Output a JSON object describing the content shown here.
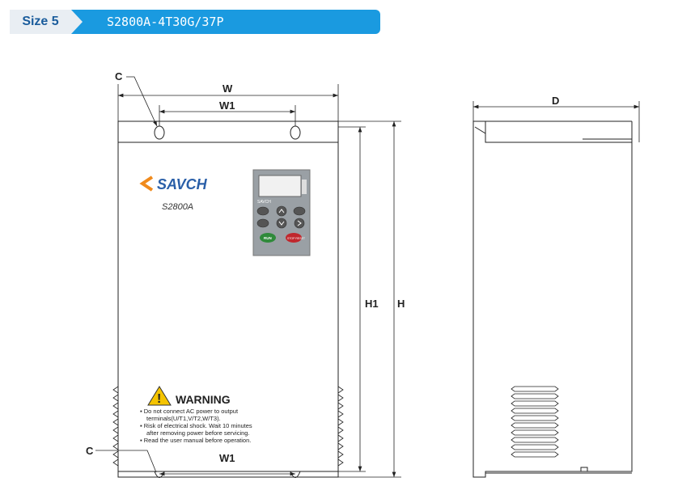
{
  "banner": {
    "size_label": "Size 5",
    "model": "S2800A-4T30G/37P"
  },
  "dimensions": {
    "w": "W",
    "w1_top": "W1",
    "w1_bottom": "W1",
    "h": "H",
    "h1": "H1",
    "d": "D",
    "c_top": "C",
    "c_bottom": "C"
  },
  "brand": {
    "logo_text": "SAVCH",
    "series": "S2800A"
  },
  "keypad": {
    "run": "RUN",
    "stop": "STOP RESET",
    "brand": "SAVCH"
  },
  "warning": {
    "title": "WARNING",
    "lines": [
      "▪ Do not connect AC power to output",
      "terminals(U/T1,V/T2,W/T3).",
      "▪ Risk of electrical shock. Wait 10 minutes",
      "after removing power before servicing.",
      "▪ Read the user manual before operation."
    ]
  },
  "colors": {
    "banner_blue": "#1a9ae0",
    "banner_tag": "#e9eef3",
    "logo_orange": "#f08a1c",
    "warning_yellow": "#f5c400"
  }
}
